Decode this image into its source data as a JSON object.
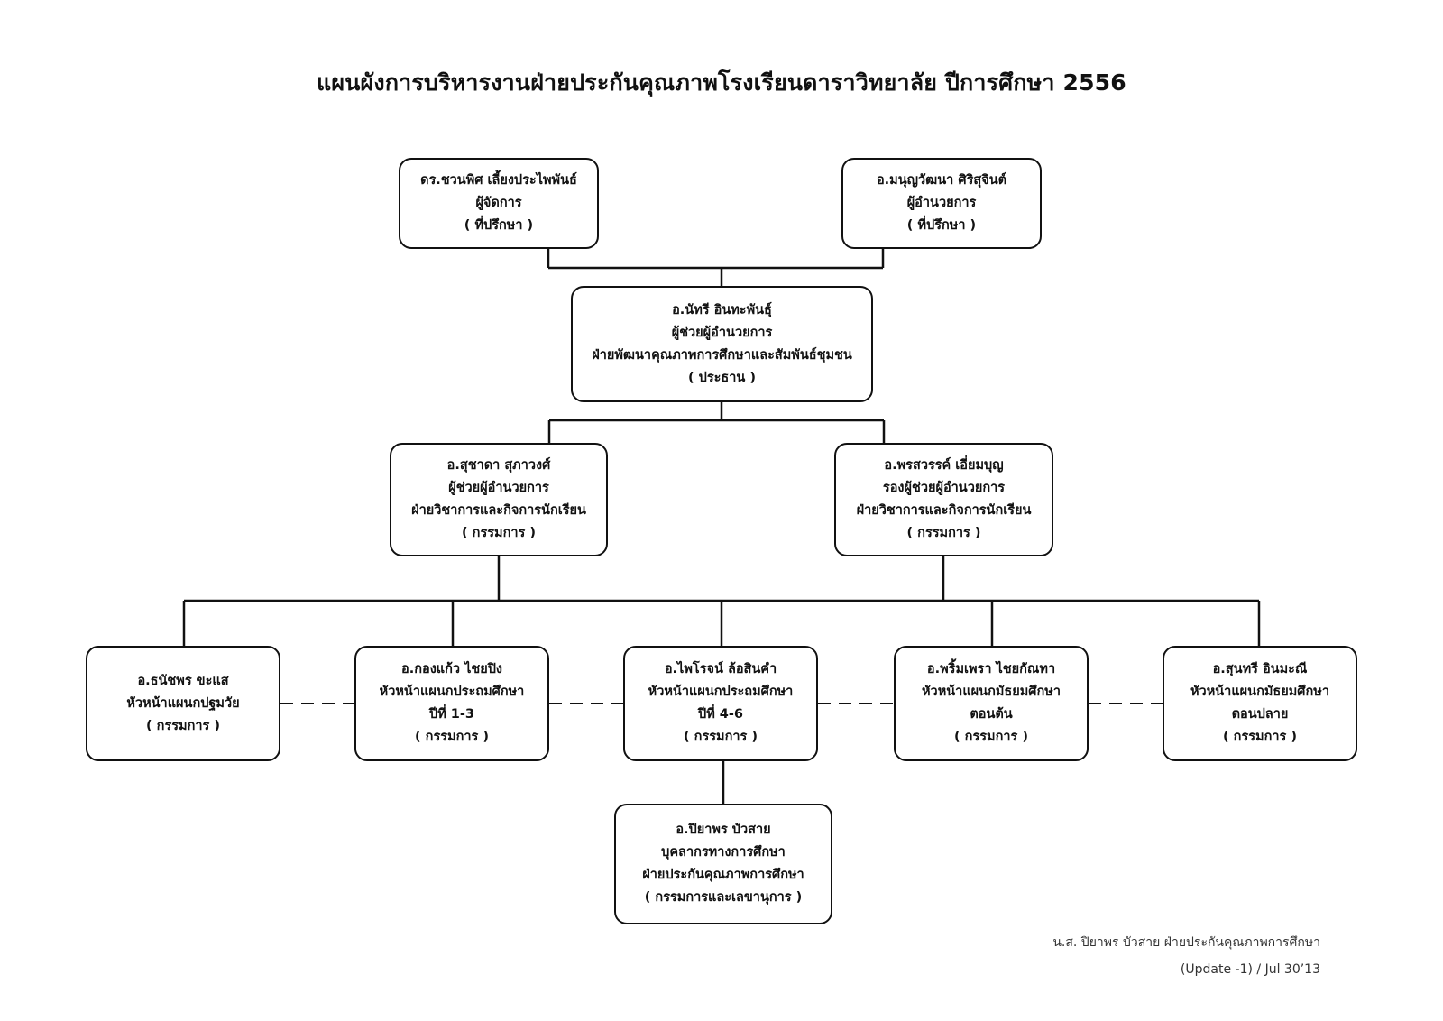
{
  "title": "แผนผังการบริหารงานฝ่ายประกันคุณภาพโรงเรียนดาราวิทยาลัย  ปีการศึกษา 2556",
  "nodes": {
    "advisor_manager": {
      "lines": [
        "ดร.ชวนพิศ  เลี้ยงประไพพันธ์",
        "ผู้จัดการ",
        "( ที่ปรึกษา )"
      ]
    },
    "advisor_director": {
      "lines": [
        "อ.มนุญวัฒนา  ศิริสุจินต์",
        "ผู้อำนวยการ",
        "( ที่ปรึกษา )"
      ]
    },
    "chairman": {
      "lines": [
        "อ.นัทรี  อินทะพันธุ์",
        "ผู้ช่วยผู้อำนวยการ",
        "ฝ่ายพัฒนาคุณภาพการศึกษาและสัมพันธ์ชุมชน",
        "( ประธาน )"
      ]
    },
    "committee_left": {
      "lines": [
        "อ.สุชาดา  สุภาวงศ์",
        "ผู้ช่วยผู้อำนวยการ",
        "ฝ่ายวิชาการและกิจการนักเรียน",
        "( กรรมการ )"
      ]
    },
    "committee_right": {
      "lines": [
        "อ.พรสวรรค์  เอี่ยมบุญ",
        "รองผู้ช่วยผู้อำนวยการ",
        "ฝ่ายวิชาการและกิจการนักเรียน",
        "( กรรมการ )"
      ]
    },
    "head_kindergarten": {
      "lines": [
        "อ.ธนัชพร  ขะแส",
        "หัวหน้าแผนกปฐมวัย",
        "( กรรมการ )"
      ]
    },
    "head_primary_1_3": {
      "lines": [
        "อ.กองแก้ว  ไชยปิง",
        "หัวหน้าแผนกประถมศึกษา",
        "ปีที่ 1-3",
        "( กรรมการ )"
      ]
    },
    "head_primary_4_6": {
      "lines": [
        "อ.ไพโรจน์  ล้อสินคำ",
        "หัวหน้าแผนกประถมศึกษา",
        "ปีที่ 4-6",
        "( กรรมการ )"
      ]
    },
    "head_lower_secondary": {
      "lines": [
        "อ.พริ้มเพรา  ไชยกัณทา",
        "หัวหน้าแผนกมัธยมศึกษา",
        "ตอนต้น",
        "( กรรมการ )"
      ]
    },
    "head_upper_secondary": {
      "lines": [
        "อ.สุนทรี  อินมะณี",
        "หัวหน้าแผนกมัธยมศึกษา",
        "ตอนปลาย",
        "( กรรมการ )"
      ]
    },
    "secretary": {
      "lines": [
        "อ.ปิยาพร  บัวสาย",
        "บุคลากรทางการศึกษา",
        "ฝ่ายประกันคุณภาพการศึกษา",
        "( กรรมการและเลขานุการ )"
      ]
    }
  },
  "footer": {
    "author": "น.ส. ปิยาพร  บัวสาย  ฝ่ายประกันคุณภาพการศึกษา",
    "update": "(Update -1) / Jul 30’13"
  }
}
